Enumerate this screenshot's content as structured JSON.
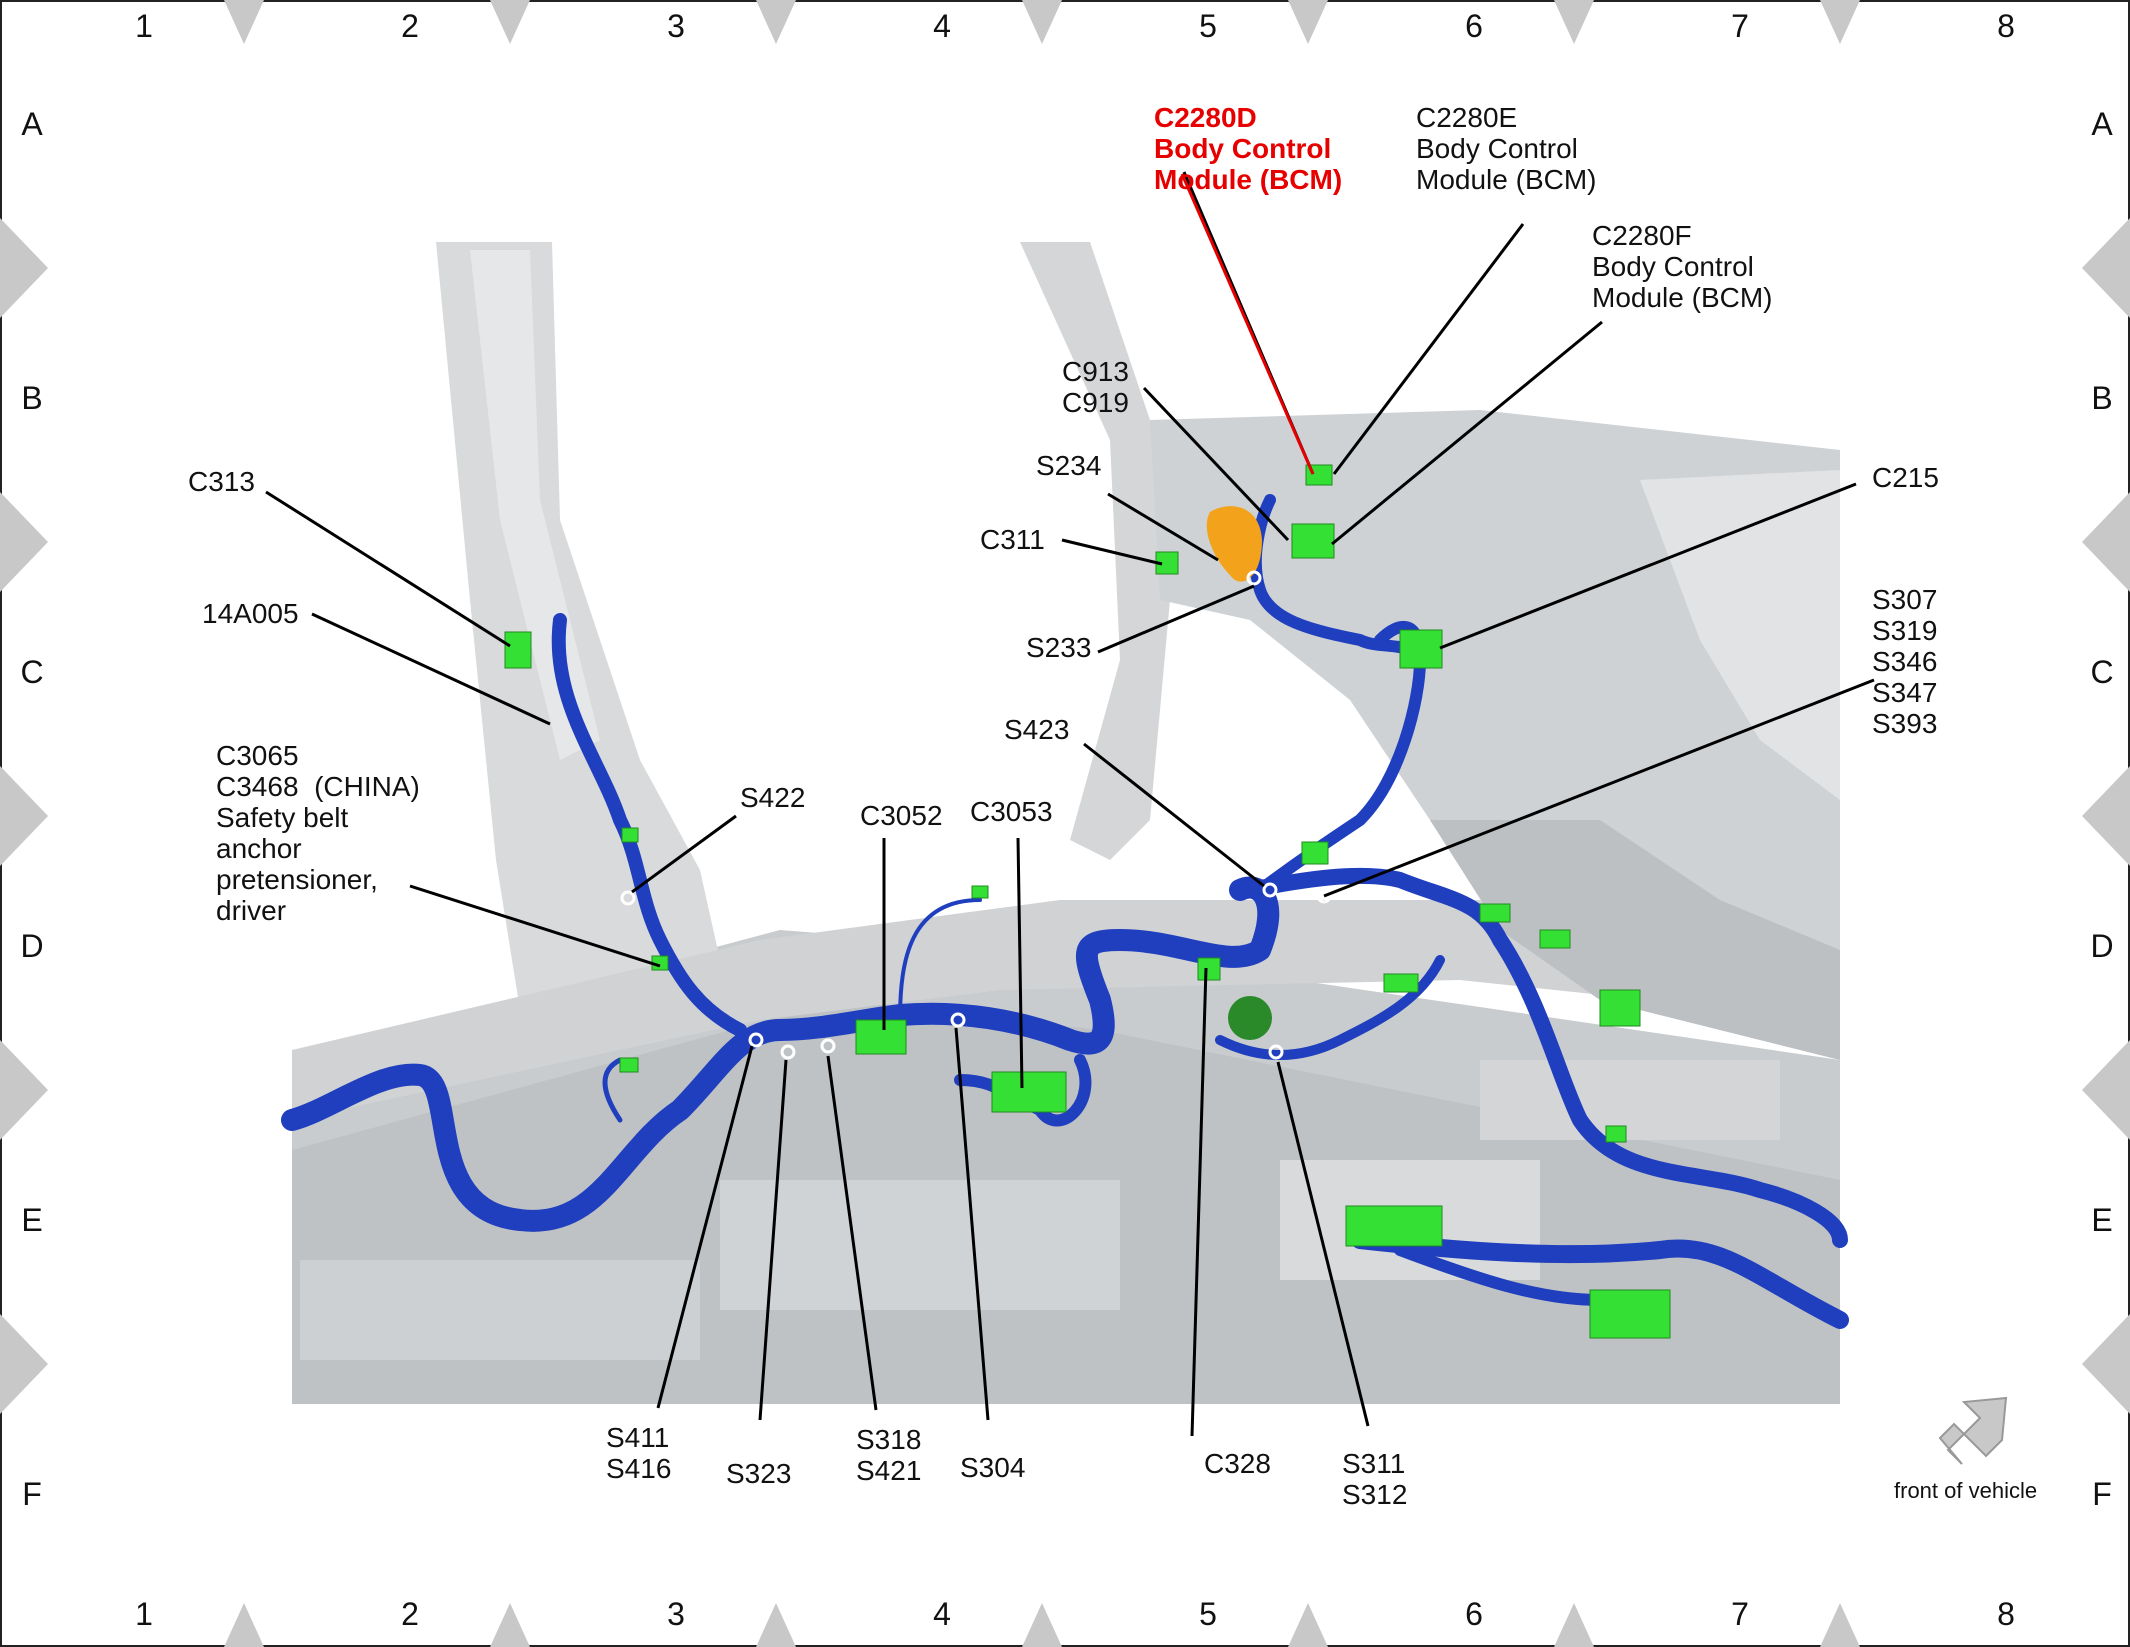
{
  "grid": {
    "columns": [
      "1",
      "2",
      "3",
      "4",
      "5",
      "6",
      "7",
      "8"
    ],
    "rows": [
      "A",
      "B",
      "C",
      "D",
      "E",
      "F"
    ]
  },
  "labels": {
    "c2280d": "C2280D\nBody Control\nModule (BCM)",
    "c2280e": "C2280E\nBody Control\nModule (BCM)",
    "c2280f": "C2280F\nBody Control\nModule (BCM)",
    "c913": "C913\nC919",
    "s234": "S234",
    "c311": "C311",
    "s233": "S233",
    "c313": "C313",
    "14a005": "14A005",
    "c3065": "C3065\nC3468  (CHINA)\nSafety belt\nanchor\npretensioner,\ndriver",
    "s422": "S422",
    "c3052": "C3052",
    "c3053": "C3053",
    "s423": "S423",
    "c215": "C215",
    "s307": "S307\nS319\nS346\nS347\nS393",
    "s411": "S411\nS416",
    "s323": "S323",
    "s318": "S318\nS421",
    "s304": "S304",
    "c328": "C328",
    "s311": "S311\nS312"
  },
  "front_of_vehicle": "front of vehicle",
  "colors": {
    "harness": "#1f3fbf",
    "connector": "#35e035",
    "highlight_label": "#e60000",
    "body_panel": "#d6d8da",
    "splice_marker": "#ffffff",
    "bcm_module": "#f2a31b"
  }
}
